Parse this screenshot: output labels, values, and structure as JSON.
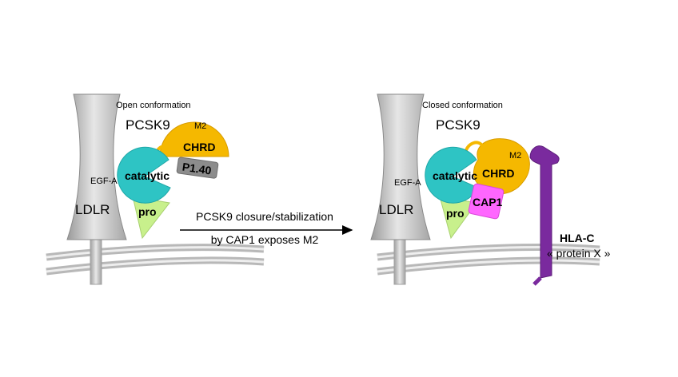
{
  "left_panel": {
    "conformation": "Open conformation",
    "protein": "PCSK9",
    "m2": "M2",
    "chrd": "CHRD",
    "catalytic": "catalytic",
    "pro": "pro",
    "egfa": "EGF-A",
    "ldlr": "LDLR",
    "p140": "P1.40"
  },
  "arrow": {
    "line1": "PCSK9 closure/stabilization",
    "line2": "by CAP1 exposes M2"
  },
  "right_panel": {
    "conformation": "Closed conformation",
    "protein": "PCSK9",
    "m2": "M2",
    "chrd": "CHRD",
    "catalytic": "catalytic",
    "pro": "pro",
    "egfa": "EGF-A",
    "ldlr": "LDLR",
    "cap1": "CAP1",
    "hla_c": "HLA-C",
    "protein_x": "« protein X »"
  },
  "colors": {
    "catalytic": "#2ec4c4",
    "chrd": "#f5b800",
    "pro": "#c8f08c",
    "cap1": "#ff66ff",
    "hla_c": "#7a2a9e",
    "p140": "#8c8c8c",
    "ldlr": "#c8c8c8",
    "membrane": "#cfcfcf"
  }
}
